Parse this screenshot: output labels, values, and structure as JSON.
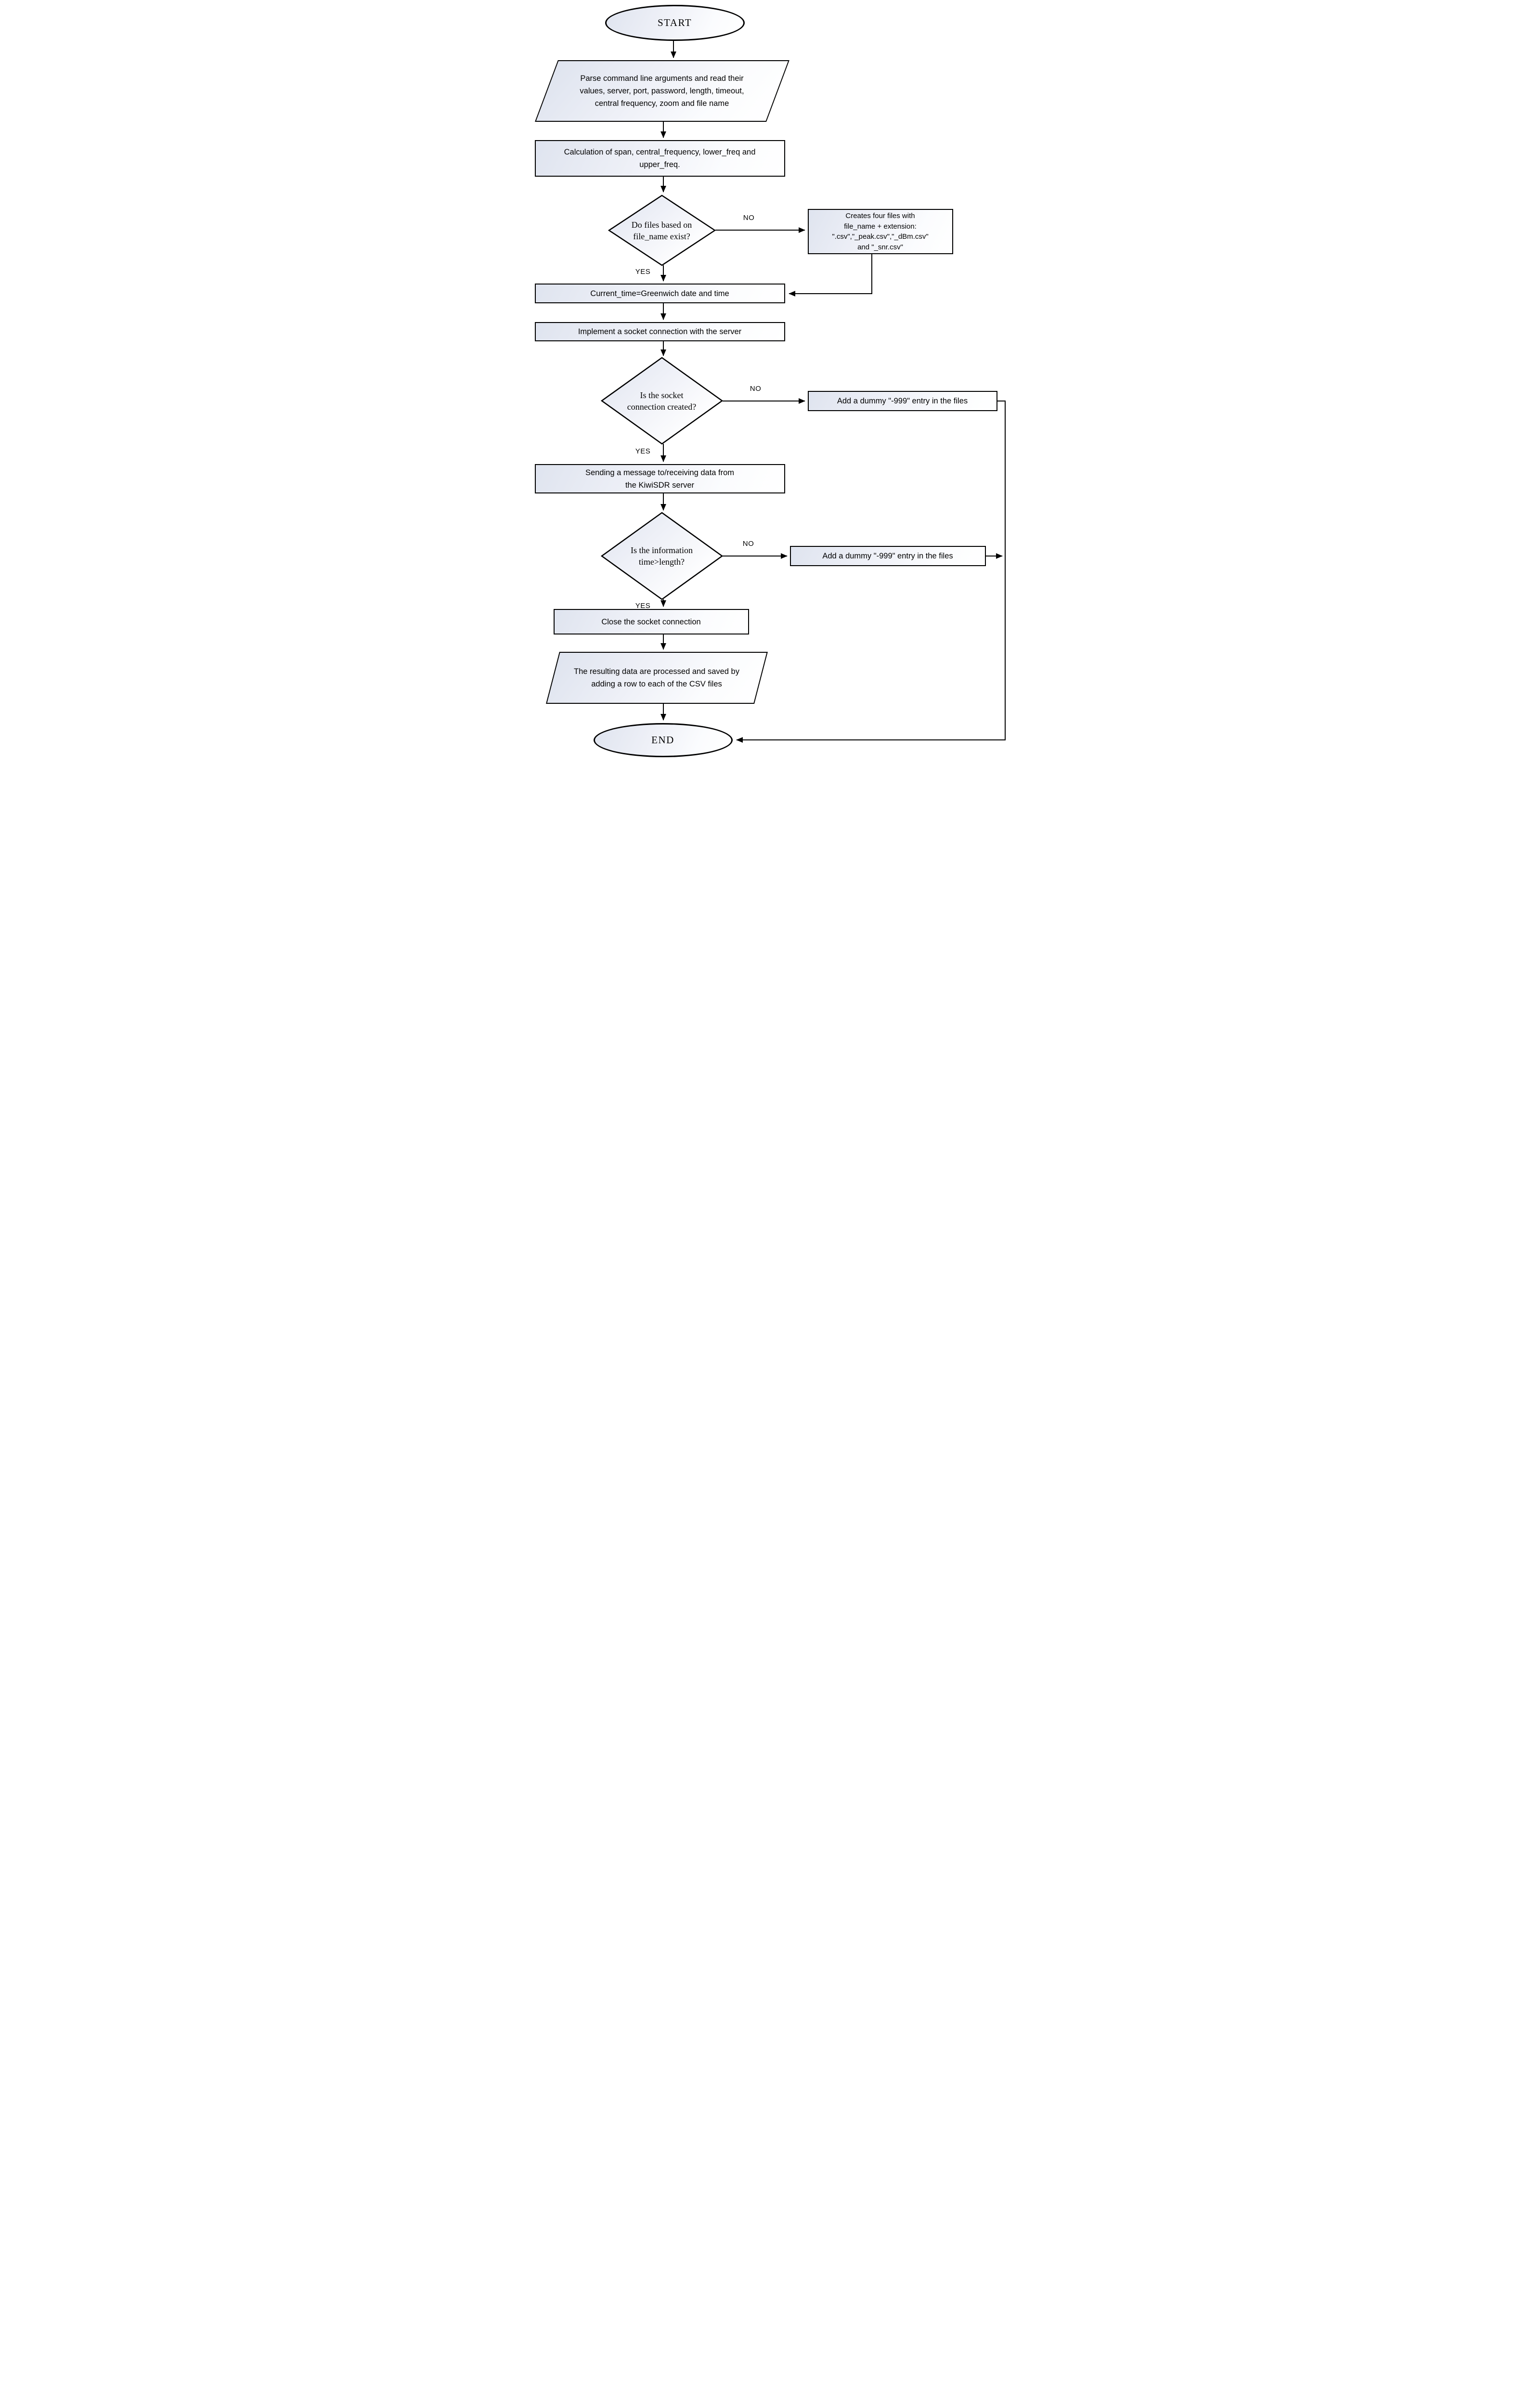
{
  "flowchart": {
    "nodes": {
      "start": "START",
      "parse_args": "Parse command line arguments and read their\nvalues, server, port, password, length, timeout,\ncentral frequency, zoom and file name",
      "calc_span": "Calculation of span, central_frequency, lower_freq and\nupper_freq.",
      "files_exist": "Do files based on\nfile_name exist?",
      "create_files": "Creates four files with\nfile_name + extension:\n\".csv\",\"_peak.csv\",\"_dBm.csv\"\nand \"_snr.csv\"",
      "current_time": "Current_time=Greenwich date and time",
      "socket_connection": "Implement a socket connection with the server",
      "socket_created": "Is the socket\nconnection created?",
      "dummy_entry_1": "Add a dummy \"-999\" entry in the files",
      "send_receive": "Sending a message to/receiving data from\nthe KiwiSDR server",
      "time_gt_length": "Is the information\ntime>length?",
      "dummy_entry_2": "Add a dummy \"-999\" entry in the files",
      "close_socket": "Close the socket connection",
      "save_data": "The resulting data are processed and saved by\nadding a row to each of the CSV files",
      "end": "END"
    },
    "edge_labels": {
      "files_exist_no": "NO",
      "files_exist_yes": "YES",
      "socket_created_no": "NO",
      "socket_created_yes": "YES",
      "time_gt_length_no": "NO",
      "time_gt_length_yes": "YES"
    },
    "colors": {
      "stroke": "#000000",
      "shape_fill_start": "#dfe4ef",
      "shape_fill_end": "#ffffff",
      "background": "#ffffff"
    }
  }
}
